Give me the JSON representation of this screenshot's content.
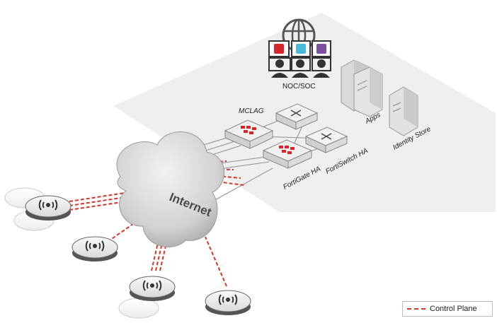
{
  "labels": {
    "noc_soc": "NOC/SOC",
    "mclag": "MCLAG",
    "apps": "Apps",
    "identity_store": "Identity Store",
    "fortigate_ha": "FortiGate HA",
    "fortiswitch_ha": "FortiSwitch HA",
    "internet": "Internet"
  },
  "legend": {
    "control_plane": "Control Plane"
  },
  "colors": {
    "control_plane": "#d0362b",
    "fortinet_red": "#d6252b",
    "platform": "#efefef",
    "device": "#e6e6e6"
  }
}
